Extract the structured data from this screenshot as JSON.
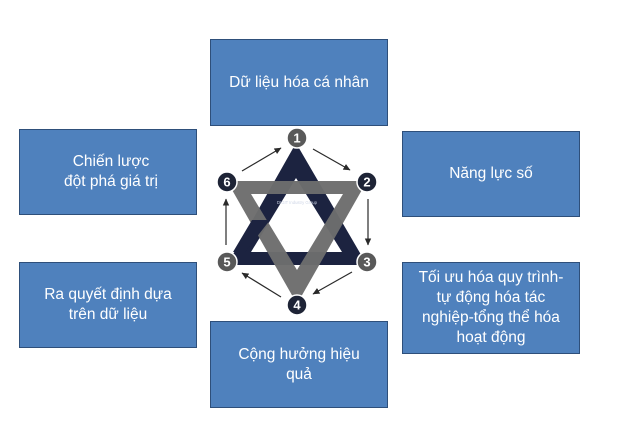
{
  "colors": {
    "box_fill": "#4f81bd",
    "box_border": "#2e4f7a",
    "star_dark": "#1c2340",
    "star_gray": "#6d6d6d",
    "badge_dark": "#1e2436",
    "badge_gray": "#595959"
  },
  "boxes": {
    "b1": {
      "lines": [
        "Dữ liệu hóa cá nhân"
      ]
    },
    "b2": {
      "lines": [
        "Năng lực số"
      ]
    },
    "b3": {
      "lines": [
        "Tối ưu hóa quy trình-",
        "tự động hóa tác",
        "nghiệp-tổng  thể hóa",
        "hoạt động"
      ]
    },
    "b4": {
      "lines": [
        "Cộng hưởng hiệu",
        "quả"
      ]
    },
    "b5": {
      "lines": [
        "Ra quyết định dựa",
        "trên dữ liệu"
      ]
    },
    "b6": {
      "lines": [
        "Chiến lược",
        "đột phá giá trị"
      ]
    }
  },
  "star": {
    "logo_text": "DIGIT Industry Group",
    "nodes": [
      {
        "label": "1",
        "icon": "number-badge"
      },
      {
        "label": "2",
        "icon": "number-badge"
      },
      {
        "label": "3",
        "icon": "number-badge"
      },
      {
        "label": "4",
        "icon": "number-badge"
      },
      {
        "label": "5",
        "icon": "number-badge"
      },
      {
        "label": "6",
        "icon": "number-badge"
      }
    ],
    "arrow_icon": "arrow-right-icon",
    "cycle_direction": "clockwise"
  }
}
